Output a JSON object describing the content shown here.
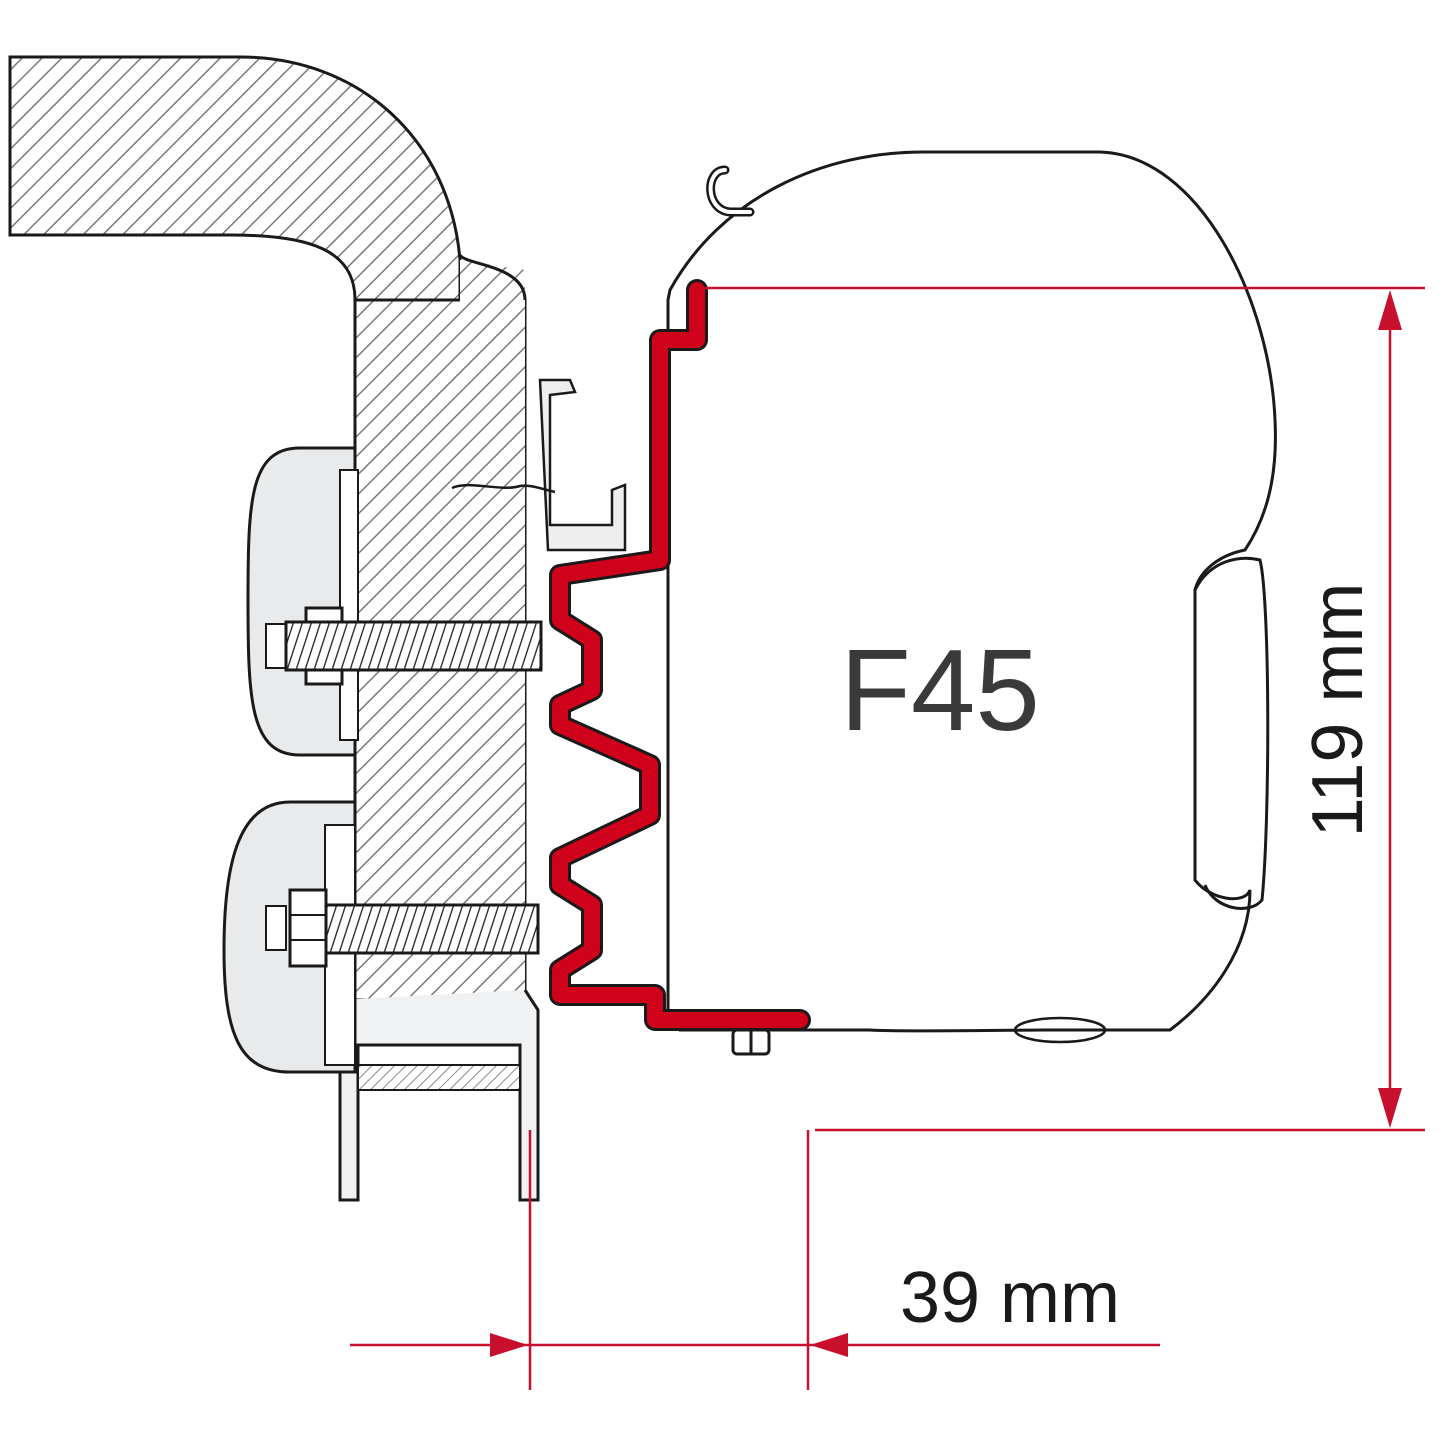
{
  "diagram": {
    "type": "technical-cross-section",
    "product_label": "F45",
    "dimensions": {
      "height": {
        "label": "119 mm",
        "orientation": "vertical"
      },
      "offset": {
        "label": "39 mm",
        "orientation": "horizontal"
      }
    },
    "parts": [
      {
        "name": "vehicle-roof-wall",
        "style": "hatched-section"
      },
      {
        "name": "awning-adapter-bracket",
        "color": "#d0021b"
      },
      {
        "name": "awning-cassette",
        "style": "outline"
      },
      {
        "name": "mounting-bolt-upper",
        "style": "threaded-bolt"
      },
      {
        "name": "mounting-bolt-lower",
        "style": "threaded-bolt"
      },
      {
        "name": "backing-plate-upper",
        "style": "grey-fill"
      },
      {
        "name": "backing-plate-lower",
        "style": "grey-fill"
      },
      {
        "name": "rain-gutter-hook",
        "style": "outline"
      },
      {
        "name": "bottom-nut",
        "style": "outline"
      }
    ],
    "colors": {
      "bracket": "#d0021b",
      "dimension_lines": "#c8102e",
      "outline": "#1a1a1a",
      "hatch": "#6a6a6a",
      "plate_fill": "#e8eaeb",
      "background": "#ffffff"
    }
  }
}
